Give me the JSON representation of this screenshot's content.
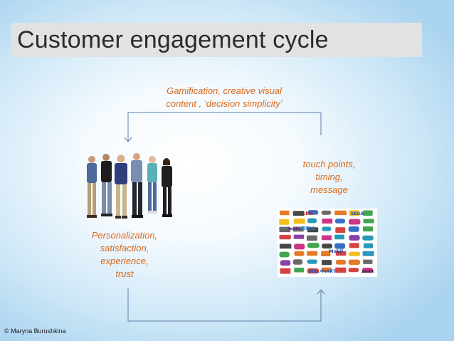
{
  "title": "Customer engagement cycle",
  "labels": {
    "top": [
      "Gamification, creative visual",
      "content , ‘decision simplicity’"
    ],
    "right": [
      "touch points,",
      "timing,",
      "message"
    ],
    "left": [
      "Personalization,",
      "satisfaction,",
      "experience,",
      "trust"
    ]
  },
  "copyright": "© Maryna Burushkina",
  "colors": {
    "label": "#d9681b",
    "arrow": "#5b7fa6",
    "title_bg": "#e2e2e2"
  },
  "images": {
    "people": "group of six people standing",
    "brands": "collage of brand logos"
  },
  "brand_logos": [
    "chili",
    "SEGA",
    "DELL",
    "FedEx",
    "Mobil",
    "WAL•MART",
    "Zenith"
  ]
}
